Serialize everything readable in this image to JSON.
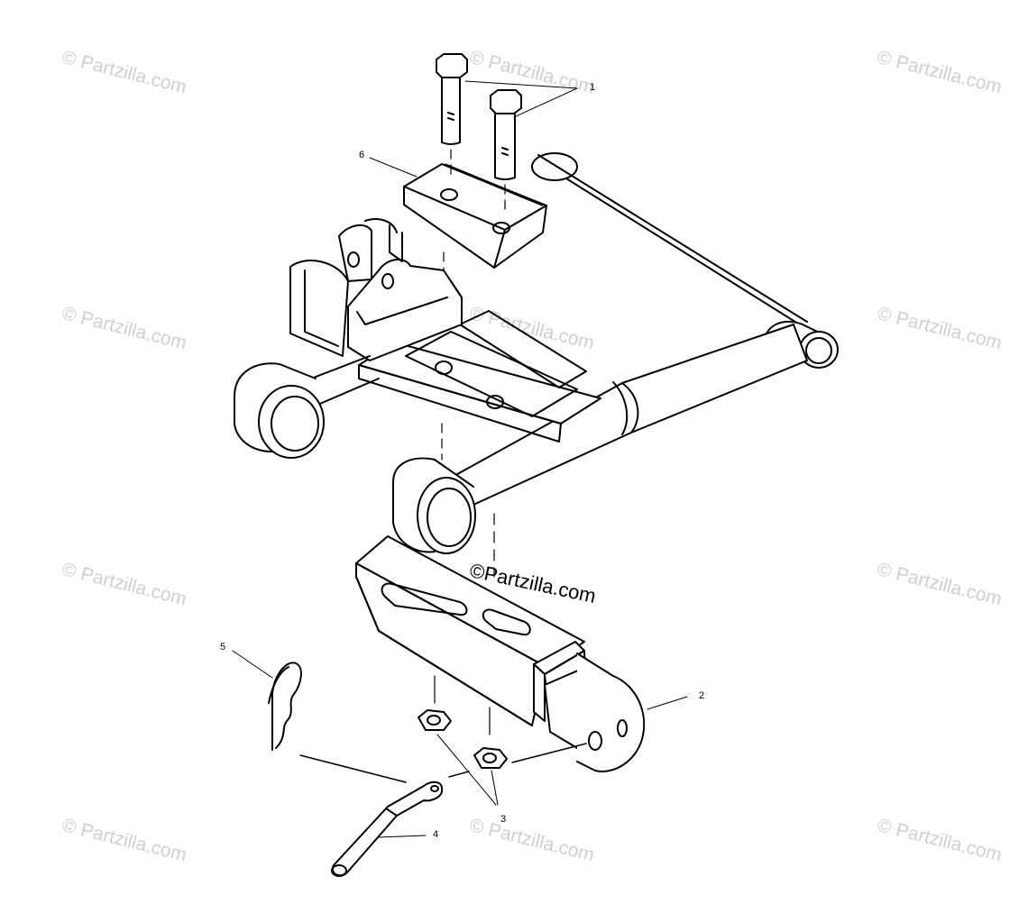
{
  "watermarks": {
    "tile_text": "© Partzilla.com",
    "center_text": "©Partzilla.com"
  },
  "callouts": {
    "c1": "1",
    "c2": "2",
    "c3": "3",
    "c4": "4",
    "c5": "5",
    "c6": "6"
  }
}
